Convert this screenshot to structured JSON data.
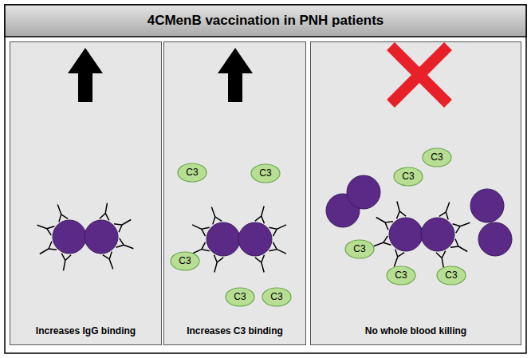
{
  "diagram": {
    "title": "4CMenB vaccination in PNH patients",
    "nodes": [
      {
        "text": [
          "Increases IgG binding"
        ]
      },
      {
        "text": [
          "Increases C3 binding"
        ]
      },
      {
        "text": [
          "C3"
        ],
        "in": 1
      },
      {
        "text": [
          "C3"
        ],
        "in": 1
      },
      {
        "text": [
          "C3"
        ],
        "in": 1
      },
      {
        "text": [
          "C3"
        ],
        "in": 1
      },
      {
        "text": [
          "C3"
        ],
        "in": 1
      },
      {
        "text": [
          "No whole blood killing"
        ]
      },
      {
        "text": [
          "C3"
        ],
        "in": 7
      },
      {
        "text": [
          "C3"
        ],
        "in": 7
      },
      {
        "text": [
          "C3"
        ],
        "in": 7
      },
      {
        "text": [
          "C3"
        ],
        "in": 7
      },
      {
        "text": [
          "C3"
        ],
        "in": 7
      }
    ]
  }
}
